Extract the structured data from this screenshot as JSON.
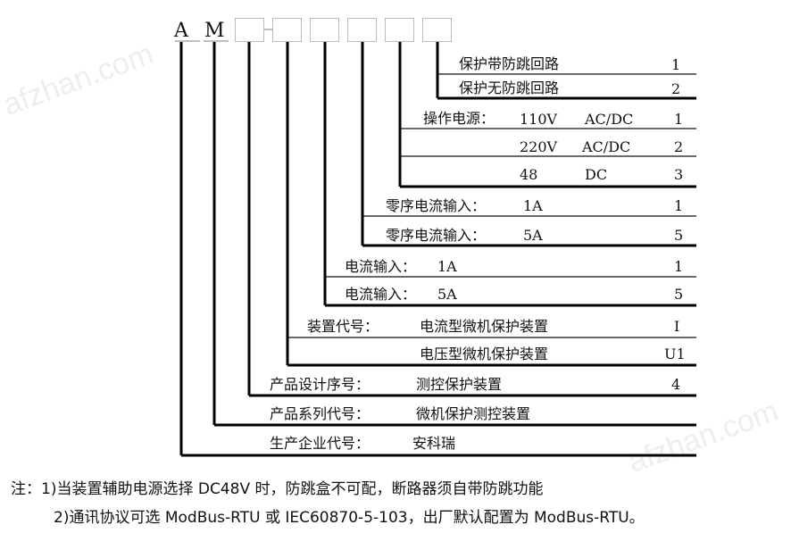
{
  "code_letters": [
    "A",
    "M"
  ],
  "options": [
    {
      "label": "保护带防跳回路",
      "code": "1"
    },
    {
      "label": "保护无防跳回路",
      "code": "2"
    },
    {
      "label": "操作电源：",
      "voltage": "110V",
      "type": "AC/DC",
      "code": "1"
    },
    {
      "voltage": "220V",
      "type": "AC/DC",
      "code": "2"
    },
    {
      "voltage": "48",
      "type": "DC",
      "code": "3"
    },
    {
      "label": "零序电流输入：",
      "value": "1A",
      "code": "1"
    },
    {
      "label": "零序电流输入：",
      "value": "5A",
      "code": "5"
    },
    {
      "label": "电流输入：",
      "value": "1A",
      "code": "1"
    },
    {
      "label": "电流输入：",
      "value": "5A",
      "code": "5"
    },
    {
      "label": "装置代号：",
      "value": "电流型微机保护装置",
      "code": "I"
    },
    {
      "value": "电压型微机保护装置",
      "code": "U1"
    },
    {
      "label": "产品设计序号：",
      "value": "测控保护装置",
      "code": "4"
    },
    {
      "label": "产品系列代号：",
      "value": "微机保护测控装置"
    },
    {
      "label": "生产企业代号：",
      "value": "安科瑞"
    }
  ],
  "notes": [
    "注：1)当装置辅助电源选择 DC48V 时，防跳盒不可配，断路器须自带防跳功能",
    "2)通讯协议可选 ModBus-RTU 或 IEC60870-5-103，出厂默认配置为 ModBus-RTU。"
  ],
  "watermark": "afzhan.com"
}
